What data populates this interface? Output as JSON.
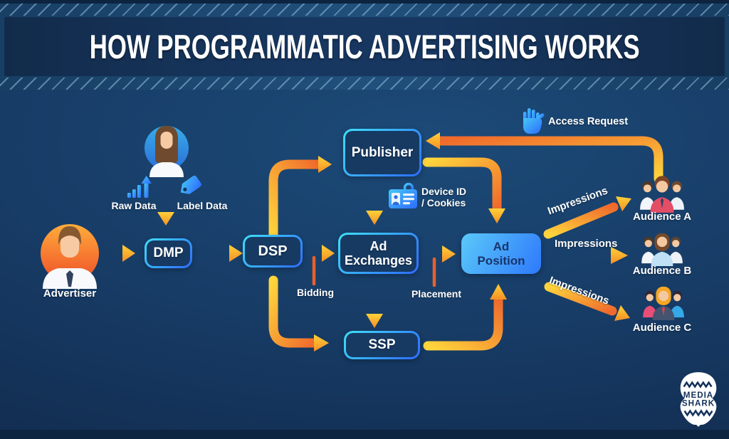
{
  "title": "HOW PROGRAMMATIC ADVERTISING WORKS",
  "nodes": {
    "advertiser": "Advertiser",
    "dmp": "DMP",
    "dsp": "DSP",
    "publisher": "Publisher",
    "ad_exchanges": "Ad Exchanges",
    "ad_position": "Ad Position",
    "ssp": "SSP",
    "audience_a": "Audience A",
    "audience_b": "Audience B",
    "audience_c": "Audience C"
  },
  "labels": {
    "raw_data": "Raw Data",
    "label_data": "Label Data",
    "bidding": "Bidding",
    "placement": "Placement",
    "device_id_line1": "Device ID",
    "device_id_line2": "/ Cookies",
    "access_request": "Access Request",
    "impressions_a": "Impressions",
    "impressions_b": "Impressions",
    "impressions_c": "Impressions"
  },
  "logo": {
    "line1": "MEDIA",
    "line2": "SHARK"
  },
  "colors": {
    "background": "#14335A",
    "title_band": "#142F52",
    "arrow_yellow": "#FFD53C",
    "arrow_orange": "#EF5F2C",
    "box_border_cyan": "#3FE0F8",
    "box_border_blue": "#2E6BFF",
    "box_fill": "#173A63",
    "ad_position_fill_top": "#5BC9F9",
    "ad_position_fill_bottom": "#2E79FB",
    "ad_position_text": "#17356B",
    "icon_blue_light": "#45C8F5",
    "icon_blue_dark": "#2D6BFF"
  }
}
